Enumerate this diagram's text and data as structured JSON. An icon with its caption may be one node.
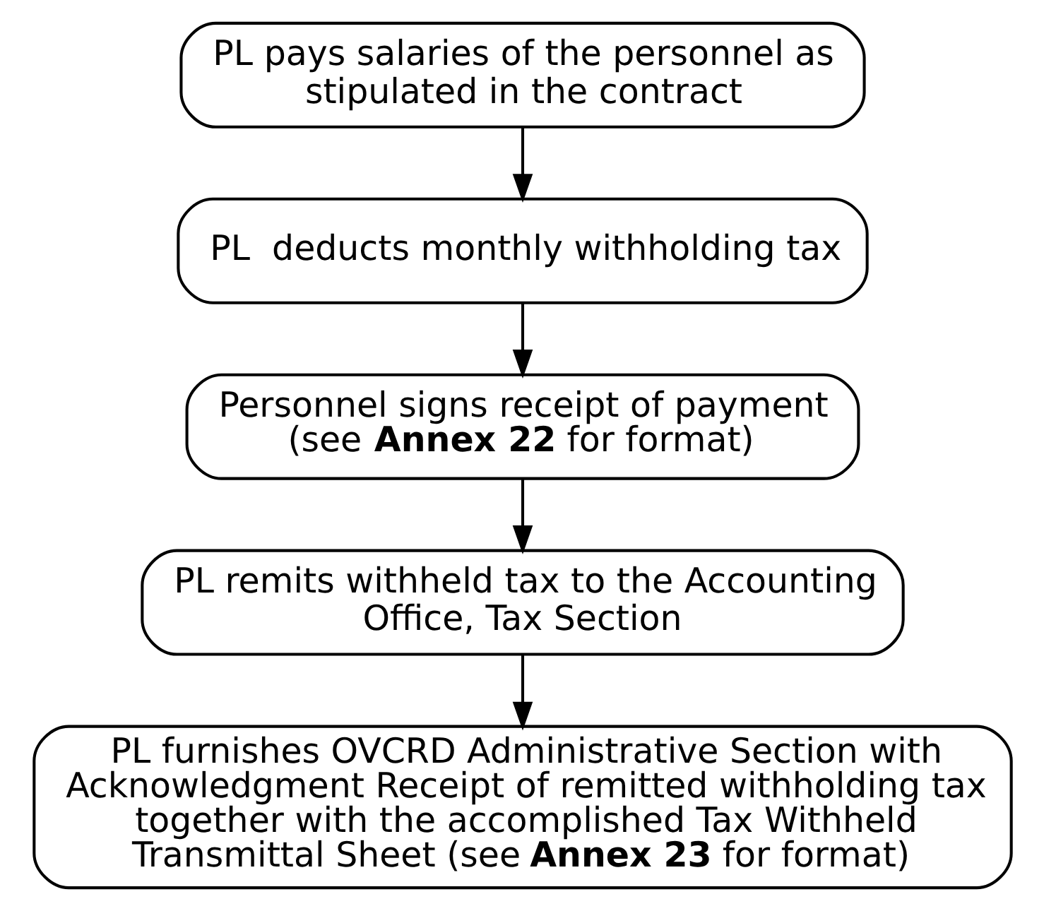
{
  "diagram": {
    "nodes": [
      {
        "text": [
          "PL pays salaries of the personnel as stipulated in the contract"
        ]
      },
      {
        "text": [
          "PL  deducts monthly withholding tax"
        ]
      },
      {
        "text": [
          "Personnel signs receipt of payment (see **Annex 22** for format)"
        ]
      },
      {
        "text": [
          "PL remits withheld tax to the Accounting Office, Tax Section"
        ]
      },
      {
        "text": [
          "PL furnishes OVCRD Administrative Section with Acknowledgment Receipt of remitted withholding tax together with the accomplished Tax Withheld Transmittal Sheet (see **Annex 23** for format)"
        ]
      }
    ],
    "edges": [
      {
        "from": 0,
        "to": 1,
        "arrow": "to"
      },
      {
        "from": 1,
        "to": 2,
        "arrow": "to"
      },
      {
        "from": 2,
        "to": 3,
        "arrow": "to"
      },
      {
        "from": 3,
        "to": 4,
        "arrow": "to"
      }
    ]
  }
}
